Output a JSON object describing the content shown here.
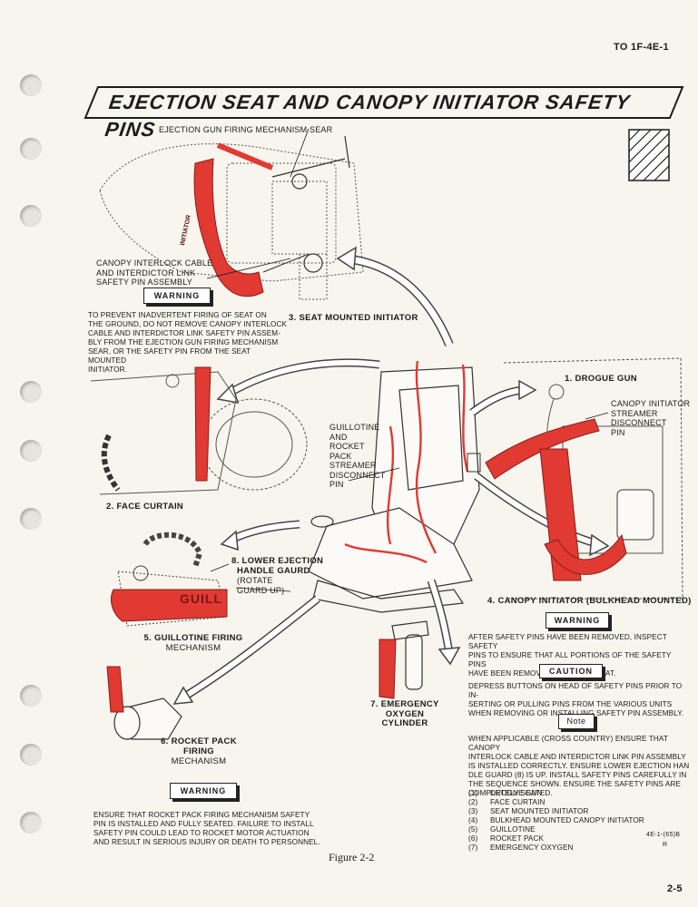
{
  "header": {
    "doc_number": "TO 1F-4E-1"
  },
  "title": "EJECTION SEAT AND CANOPY INITIATOR SAFETY PINS",
  "labels": {
    "ejection_gun_sear": "EJECTION GUN FIRING MECHANISM SEAR",
    "canopy_interlock_l1": "CANOPY INTERLOCK CABLE",
    "canopy_interlock_l2": "AND INTERDICTOR LINK",
    "canopy_interlock_l3": "SAFETY PIN ASSEMBLY",
    "seat_mounted": "3. SEAT MOUNTED INITIATOR",
    "drogue_gun": "1. DROGUE GUN",
    "streamer_l1": "CANOPY INITIATOR",
    "streamer_l2": "STREAMER",
    "streamer_l3": "DISCONNECT",
    "streamer_l4": "PIN",
    "guillotine_pin_l1": "GUILLOTINE",
    "guillotine_pin_l2": "AND",
    "guillotine_pin_l3": "ROCKET",
    "guillotine_pin_l4": "PACK",
    "guillotine_pin_l5": "STREAMER",
    "guillotine_pin_l6": "DISCONNECT",
    "guillotine_pin_l7": "PIN",
    "face_curtain": "2. FACE CURTAIN",
    "lower_handle_l1": "8. LOWER EJECTION",
    "lower_handle_l2": "HANDLE GAURD",
    "lower_handle_l3": "(ROTATE",
    "lower_handle_l4": "GUARD UP)",
    "guillotine_firing_l1": "5. GUILLOTINE FIRING",
    "guillotine_firing_l2": "MECHANISM",
    "canopy_bulkhead": "4. CANOPY INITIATOR (BULKHEAD MOUNTED)",
    "oxygen_l1": "7. EMERGENCY",
    "oxygen_l2": "OXYGEN",
    "oxygen_l3": "CYLINDER",
    "rocket_pack_l1": "6. ROCKET PACK FIRING",
    "rocket_pack_l2": "MECHANISM",
    "guill_tag": "GUILL",
    "initiator_tag": "INITIATOR"
  },
  "warning1": {
    "label": "WARNING",
    "lines": [
      "TO PREVENT INADVERTENT FIRING OF SEAT ON",
      "THE GROUND, DO NOT REMOVE CANOPY INTERLOCK",
      "CABLE AND INTERDICTOR LINK SAFETY PIN ASSEM-",
      "BLY FROM THE EJECTION GUN FIRING MECHANISM",
      "SEAR, OR THE SAFETY PIN FROM THE SEAT MOUNTED",
      "INITIATOR."
    ]
  },
  "warning2": {
    "label": "WARNING",
    "lines": [
      "AFTER SAFETY PINS HAVE BEEN REMOVED, INSPECT SAFETY",
      "PINS TO ENSURE THAT ALL PORTIONS OF THE SAFETY PINS",
      "HAVE BEEN REMOVED FROM THE SEAT."
    ]
  },
  "caution": {
    "label": "CAUTION",
    "lines": [
      "DEPRESS BUTTONS ON HEAD OF SAFETY PINS PRIOR TO IN-",
      "SERTING OR PULLING PINS FROM THE VARIOUS UNITS",
      "WHEN REMOVING OR INSTALLING SAFETY PIN ASSEMBLY."
    ]
  },
  "note": {
    "label": "Note",
    "lines": [
      "WHEN APPLICABLE (CROSS COUNTRY) ENSURE THAT CANOPY",
      "INTERLOCK CABLE AND INTERDICTOR LINK PIN ASSEMBLY",
      "IS INSTALLED CORRECTLY. ENSURE LOWER EJECTION HAN",
      "DLE GUARD (8) IS UP. INSTALL SAFETY PINS CAREFULLY IN",
      "THE SEQUENCE SHOWN. ENSURE THE SAFETY PINS ARE",
      "COMPLETELY SEATED."
    ],
    "sequence": [
      {
        "num": "(1)",
        "text": "DROGUE GUN"
      },
      {
        "num": "(2)",
        "text": "FACE CURTAIN"
      },
      {
        "num": "(3)",
        "text": "SEAT MOUNTED INITIATOR"
      },
      {
        "num": "(4)",
        "text": "BULKHEAD MOUNTED CANOPY INITIATOR"
      },
      {
        "num": "(5)",
        "text": "GUILLOTINE"
      },
      {
        "num": "(6)",
        "text": "ROCKET PACK"
      },
      {
        "num": "(7)",
        "text": "EMERGENCY OXYGEN"
      }
    ]
  },
  "warning3": {
    "label": "WARNING",
    "lines": [
      "ENSURE THAT ROCKET PACK FIRING MECHANISM SAFETY",
      "PIN IS INSTALLED AND FULLY SEATED. FAILURE TO INSTALL",
      "SAFETY PIN COULD LEAD TO ROCKET MOTOR ACTUATION",
      "AND RESULT IN SERIOUS INJURY OR DEATH TO PERSONNEL."
    ]
  },
  "figure_id": "4E-1-(65)B",
  "figure_rev": "R",
  "figure_caption": "Figure 2-2",
  "page_number": "2-5",
  "colors": {
    "red": "#e03a32",
    "ink": "#1c1c1c",
    "paper": "#f7f5ee"
  }
}
